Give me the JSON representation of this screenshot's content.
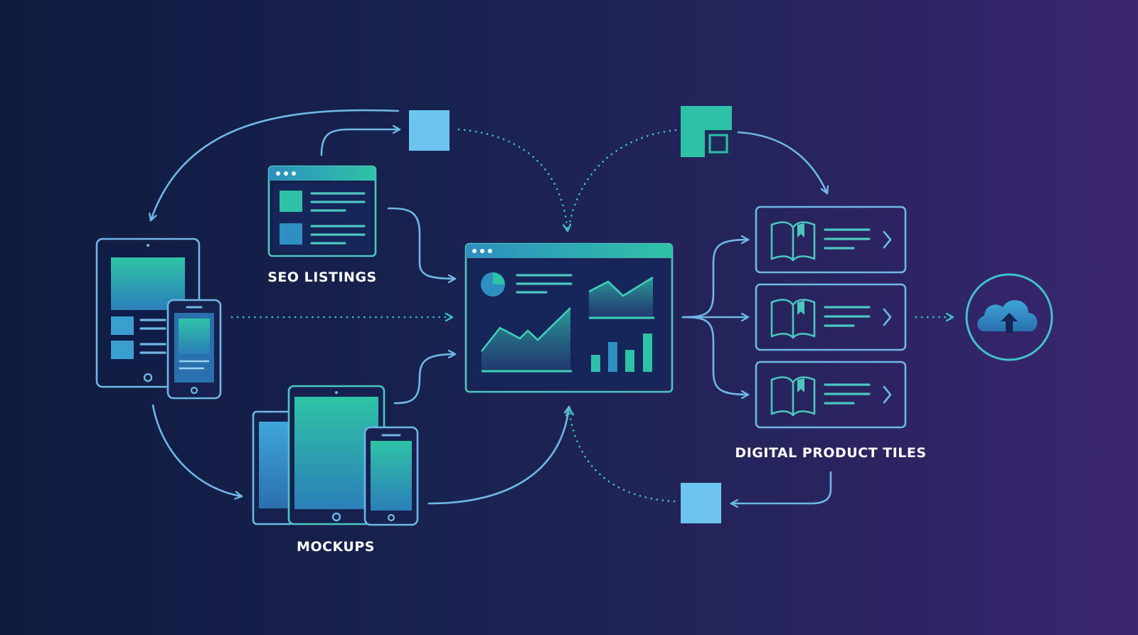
{
  "labels": {
    "seo_listings": "SEO LISTINGS",
    "mockups": "MOCKUPS",
    "digital_product_tiles": "DIGITAL PRODUCT TILES"
  },
  "icons": {
    "tablet_phone": "tablet-phone-icon",
    "seo_window": "browser-window-icon",
    "mockups": "device-mockups-icon",
    "dashboard": "analytics-dashboard-icon",
    "product_tile": "open-book-icon",
    "cloud_upload": "cloud-upload-icon",
    "square_node": "square-node-icon"
  },
  "colors": {
    "background_start": "#0f1b3f",
    "background_end": "#3b2670",
    "line_blue": "#6fb8e6",
    "accent_teal": "#3fc3c8",
    "node_blue": "#6cc4ef",
    "node_teal": "#2fc0a8"
  }
}
